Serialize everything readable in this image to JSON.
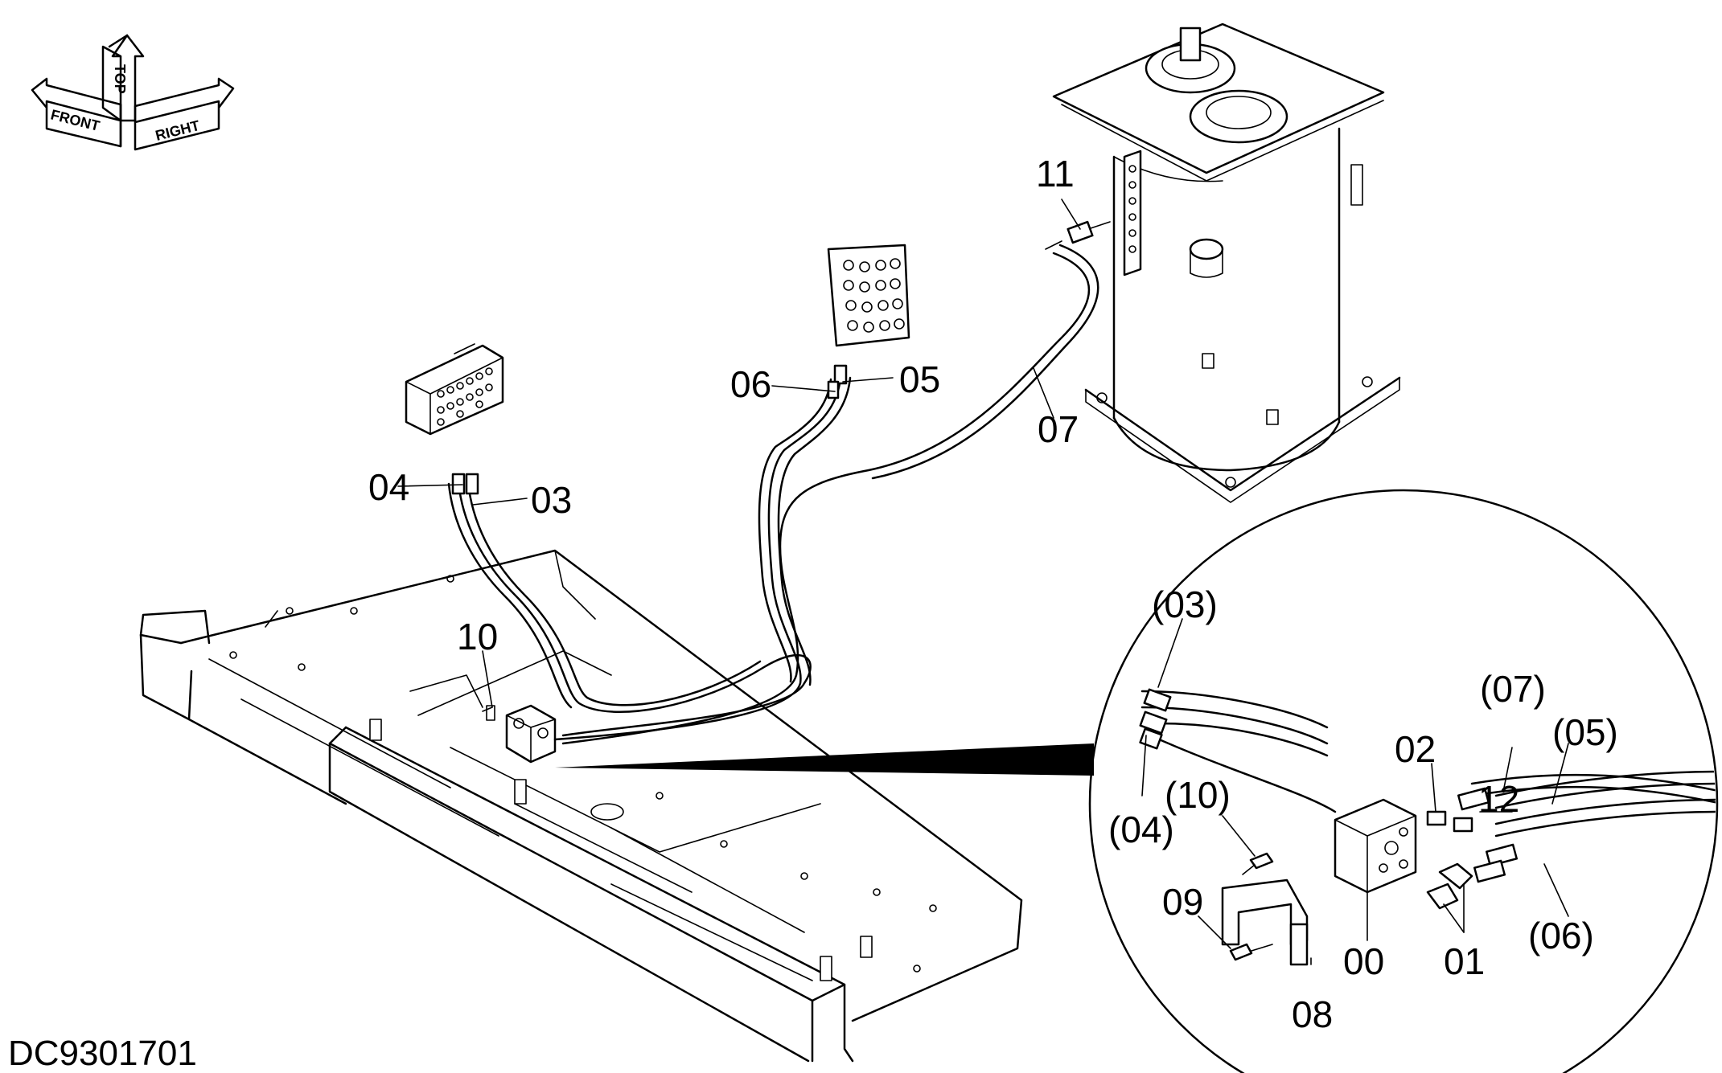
{
  "drawing_code": "DC9301701",
  "orientation": {
    "front_label": "FRONT",
    "top_label": "TOP",
    "right_label": "RIGHT"
  },
  "callouts": {
    "c00": "00",
    "c01": "01",
    "c02": "02",
    "c03": "03",
    "c04": "04",
    "c05": "05",
    "c06": "06",
    "c07": "07",
    "c08": "08",
    "c09": "09",
    "c10": "10",
    "c11": "11",
    "c12": "12",
    "d03": "(03)",
    "d04": "(04)",
    "d05": "(05)",
    "d06": "(06)",
    "d07": "(07)",
    "d10": "(10)"
  }
}
